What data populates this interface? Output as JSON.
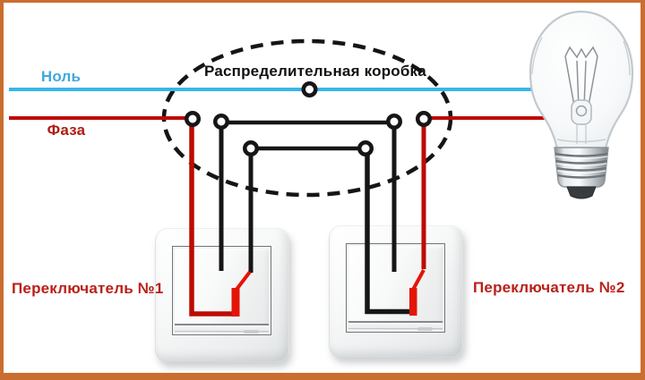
{
  "labels": {
    "neutral": "Ноль",
    "phase": "Фаза",
    "junction_box": "Распределительная коробка",
    "switch1": "Переключатель №1",
    "switch2": "Переключатель №2"
  },
  "colors": {
    "neutral_wire": "#38b6ea",
    "phase_wire": "#bd0b04",
    "bright_red": "#e41408",
    "black_wire": "#161616",
    "neutral_label": "#3fa9de",
    "phase_label": "#ae1d13",
    "box_label": "#111111",
    "switch_label": "#b92019",
    "border": "#ca6e2f",
    "background": "#ffffff"
  }
}
